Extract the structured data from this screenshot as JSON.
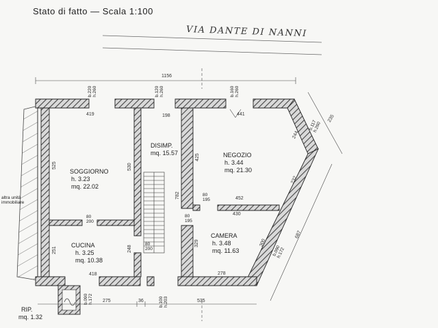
{
  "header": {
    "title": "Stato di fatto — Scala 1:100",
    "street": "VIA DANTE DI NANNI"
  },
  "rooms": {
    "soggiorno": {
      "name": "SOGGIORNO",
      "height": "h. 3.23",
      "area": "mq. 22.02"
    },
    "disimpegno": {
      "name": "DISIMP.",
      "area": "mq. 15.57"
    },
    "negozio": {
      "name": "NEGOZIO",
      "height": "h. 3.44",
      "area": "mq. 21.30"
    },
    "cucina": {
      "name": "CUCINA",
      "height": "h. 3.25",
      "area": "mq. 10.38"
    },
    "camera": {
      "name": "CAMERA",
      "height": "h. 3.48",
      "area": "mq. 11.63"
    },
    "ripostiglio": {
      "name": "RIP.",
      "area": "mq. 1.32"
    }
  },
  "labels": {
    "other_unit": "altra unità immobiliare"
  },
  "dimensions": {
    "top_total": "1156",
    "top_soggiorno": "419",
    "top_disimp": "198",
    "top_negozio": "441",
    "right_top": "235",
    "right_side": "687",
    "neg_diag_top": "244",
    "neg_diag": "232",
    "neg_bottom": "452",
    "cam_top": "430",
    "cam_bottom": "278",
    "cam_diag": "300",
    "cam_left": "329",
    "sog_left": "525",
    "sog_right": "530",
    "dis_left": "782",
    "dis_right": "425",
    "cuc_left": "251",
    "cuc_right": "248",
    "cuc_bottom": "418",
    "bottom_a": "275",
    "bottom_b": "36",
    "bottom_c": "535"
  },
  "openings": {
    "o1": "b.220 h.260",
    "o2": "b.120 h.260",
    "o3": "b.160 h.260",
    "o4": "b.117 h.260",
    "o5": "b.090 h.172",
    "o6": "b.090 h.172",
    "o7": "b.100 h.203",
    "d1": "80 200",
    "d2": "80 200",
    "d3": "80 195",
    "d4": "80 195"
  }
}
